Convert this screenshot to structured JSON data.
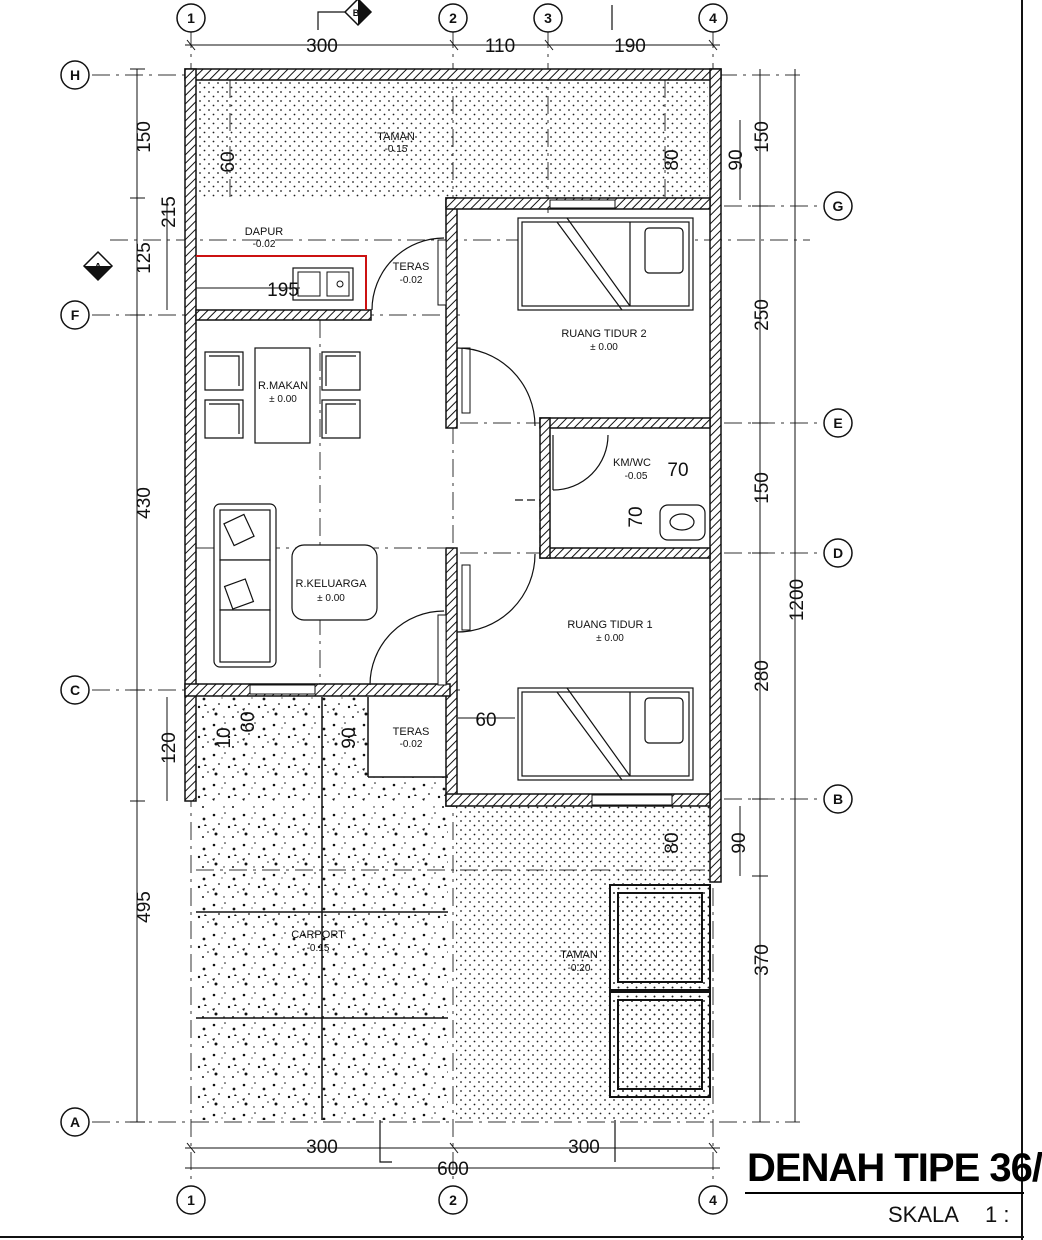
{
  "grid": {
    "columns": [
      "1",
      "2",
      "3",
      "4"
    ],
    "rows": [
      "H",
      "G",
      "F",
      "E",
      "D",
      "C",
      "B",
      "A"
    ]
  },
  "dimensions": {
    "top": [
      "300",
      "110",
      "190"
    ],
    "bottom": [
      "300",
      "300"
    ],
    "overall_width": "600",
    "left": [
      "150",
      "215",
      "125",
      "430",
      "120",
      "495"
    ],
    "right": [
      "150",
      "250",
      "150",
      "280",
      "370"
    ],
    "right_overall": "1200",
    "small": [
      "90",
      "80",
      "60",
      "90",
      "80",
      "195",
      "70",
      "70",
      "60",
      "10",
      "60",
      "90"
    ]
  },
  "rooms": {
    "taman_top": {
      "name": "TAMAN",
      "level": "-0.15"
    },
    "dapur": {
      "name": "DAPUR",
      "level": "-0.02"
    },
    "teras_top": {
      "name": "TERAS",
      "level": "-0.02"
    },
    "r_makan": {
      "name": "R.MAKAN",
      "level": "± 0.00"
    },
    "r_keluarga": {
      "name": "R.KELUARGA",
      "level": "± 0.00"
    },
    "ruang_tidur_2": {
      "name": "RUANG TIDUR 2",
      "level": "± 0.00"
    },
    "km_wc": {
      "name": "KM/WC",
      "level": "-0.05"
    },
    "ruang_tidur_1": {
      "name": "RUANG TIDUR 1",
      "level": "± 0.00"
    },
    "teras_bottom": {
      "name": "TERAS",
      "level": "-0.02"
    },
    "carport": {
      "name": "CARPORT",
      "level": "-0.15"
    },
    "taman_bottom": {
      "name": "TAMAN",
      "level": "-0.20"
    }
  },
  "section_markers": [
    "A",
    "B"
  ],
  "title": "DENAH TIPE 36/",
  "scale_label": "SKALA",
  "scale_value": "1 :",
  "colors": {
    "line": "#111111",
    "highlight": "#cc1111",
    "background": "#ffffff"
  }
}
